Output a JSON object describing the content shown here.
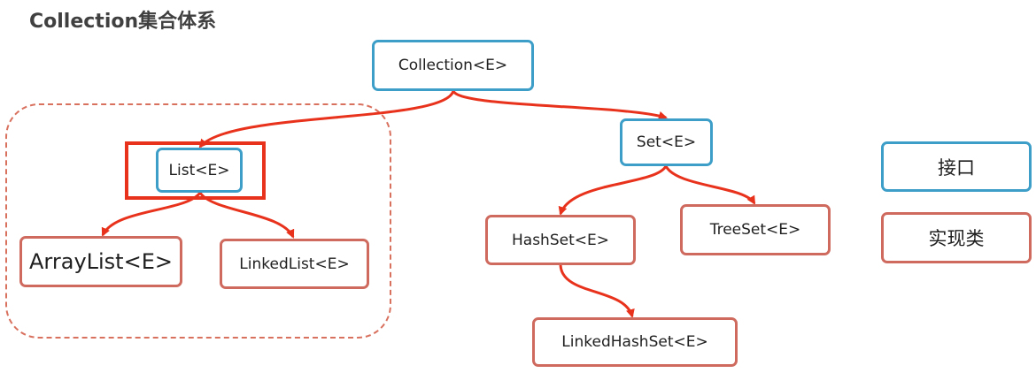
{
  "title": "Collection集合体系",
  "nodes": {
    "collection": "Collection<E>",
    "list": "List<E>",
    "set": "Set<E>",
    "arraylist": "ArrayList<E>",
    "linkedlist": "LinkedList<E>",
    "hashset": "HashSet<E>",
    "treeset": "TreeSet<E>",
    "linkedhashset": "LinkedHashSet<E>"
  },
  "legend": {
    "interface": "接口",
    "implementation": "实现类"
  },
  "colors": {
    "interface_border": "#3d9ec8",
    "implementation_border": "#cf6a5f",
    "arrow": "#e8321c",
    "group_border": "#d9715f"
  }
}
